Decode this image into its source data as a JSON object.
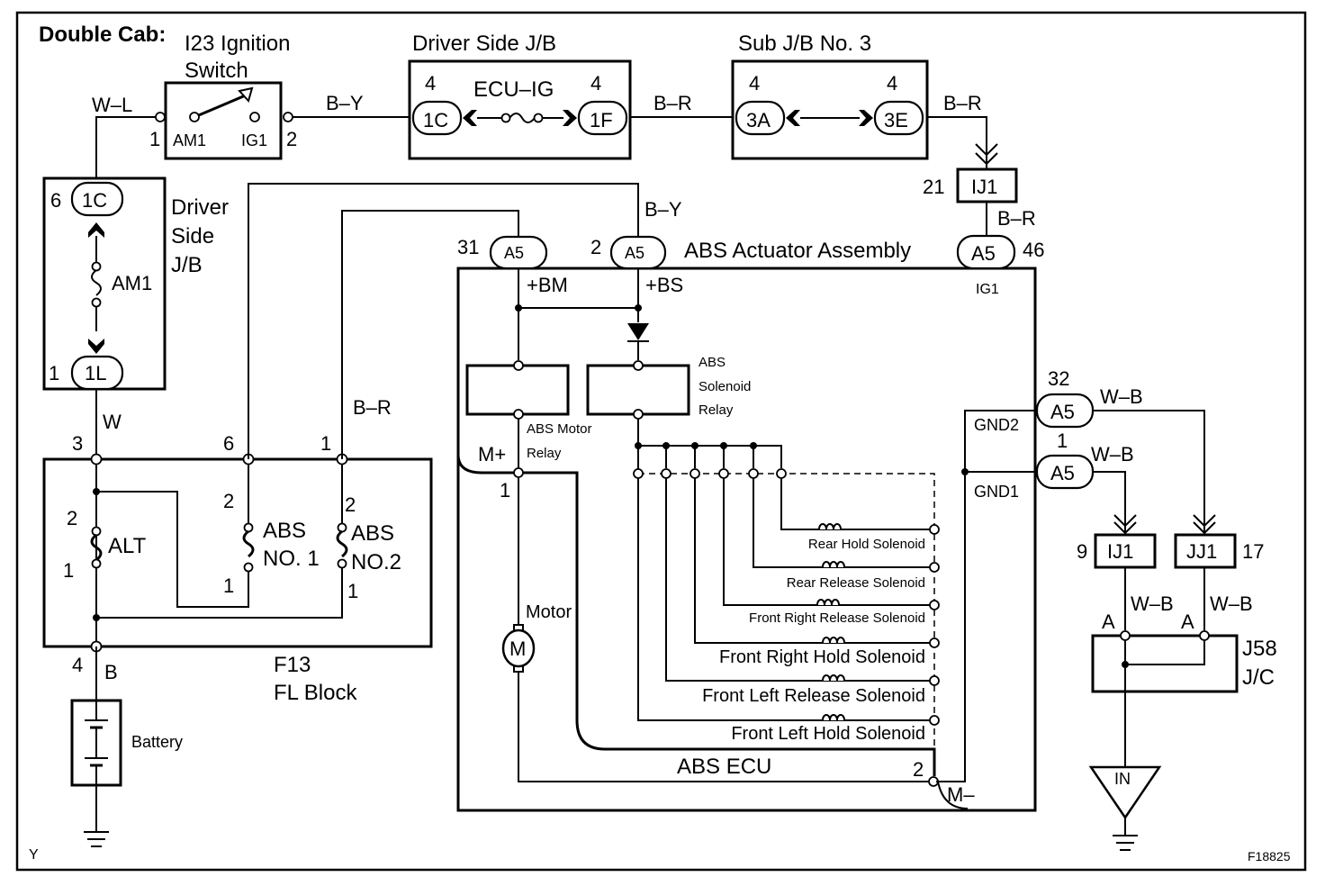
{
  "figure_id": "F18825",
  "corner_mark": "Y",
  "variant_label": "Double Cab:",
  "ignition_switch": {
    "code": "I23 Ignition",
    "name": "Switch",
    "pin_am1": "AM1",
    "pin_ig1": "IG1",
    "pin_in": "1",
    "pin_out": "2"
  },
  "wires": {
    "w_l": "W–L",
    "b_y_top": "B–Y",
    "b_r_top1": "B–R",
    "b_r_top2": "B–R",
    "b_r_ij1": "B–R",
    "b_y_mid": "B–Y",
    "w_main": "W",
    "b_r_fl": "B–R",
    "b_batt": "B",
    "w_b_1": "W–B",
    "w_b_2": "W–B",
    "w_b_3": "W–B",
    "w_b_4": "W–B"
  },
  "driver_jb_top": {
    "title": "Driver Side J/B",
    "fuse": "ECU–IG",
    "conn_left": "1C",
    "conn_right": "1F",
    "pin_left": "4",
    "pin_right": "4"
  },
  "sub_jb3": {
    "title": "Sub J/B No. 3",
    "conn_left": "3A",
    "conn_right": "3E",
    "pin_left": "4",
    "pin_right": "4"
  },
  "ij1_top": {
    "name": "IJ1",
    "pin": "21"
  },
  "driver_jb_left": {
    "title_1": "Driver",
    "title_2": "Side",
    "title_3": "J/B",
    "fuse": "AM1",
    "conn_top": "1C",
    "conn_bottom": "1L",
    "pin_top": "6",
    "pin_bottom": "1"
  },
  "fl_block": {
    "code": "F13",
    "name": "FL Block",
    "pin3": "3",
    "pin6": "6",
    "pin1": "1",
    "pin4": "4",
    "alt": "ALT",
    "alt_pin2": "2",
    "alt_pin1": "1",
    "abs1_line1": "ABS",
    "abs1_line2": "NO. 1",
    "abs1_pin2": "2",
    "abs1_pin1": "1",
    "abs2_line1": "ABS",
    "abs2_line2": "NO.2",
    "abs2_pin2": "2",
    "abs2_pin1": "1"
  },
  "battery": {
    "label": "Battery"
  },
  "abs_actuator": {
    "title": "ABS Actuator Assembly",
    "conn": "A5",
    "pin_bm": "31",
    "pin_bs": "2",
    "pin_ig1": "46",
    "pin_gnd2": "32",
    "pin_gnd1": "1",
    "term_bm": "+BM",
    "term_bs": "+BS",
    "term_ig1": "IG1",
    "term_gnd2": "GND2",
    "term_gnd1": "GND1",
    "motor_relay_1": "ABS Motor",
    "motor_relay_2": "Relay",
    "sol_relay_1": "ABS",
    "sol_relay_2": "Solenoid",
    "sol_relay_3": "Relay",
    "m_plus": "M+",
    "m_plus_pin": "1",
    "motor": "Motor",
    "motor_symbol": "M",
    "ecu": "ABS ECU",
    "m_minus": "M–",
    "m_minus_pin": "2",
    "solenoids": [
      "Rear Hold Solenoid",
      "Rear Release Solenoid",
      "Front Right Release Solenoid",
      "Front Right Hold Solenoid",
      "Front Left Release Solenoid",
      "Front Left Hold Solenoid"
    ]
  },
  "ij1_bottom": {
    "name": "IJ1",
    "pin": "9"
  },
  "jj1": {
    "name": "JJ1",
    "pin": "17"
  },
  "j58": {
    "code": "J58",
    "name": "J/C",
    "pin_a1": "A",
    "pin_a2": "A"
  },
  "ground_in": {
    "label": "IN"
  }
}
